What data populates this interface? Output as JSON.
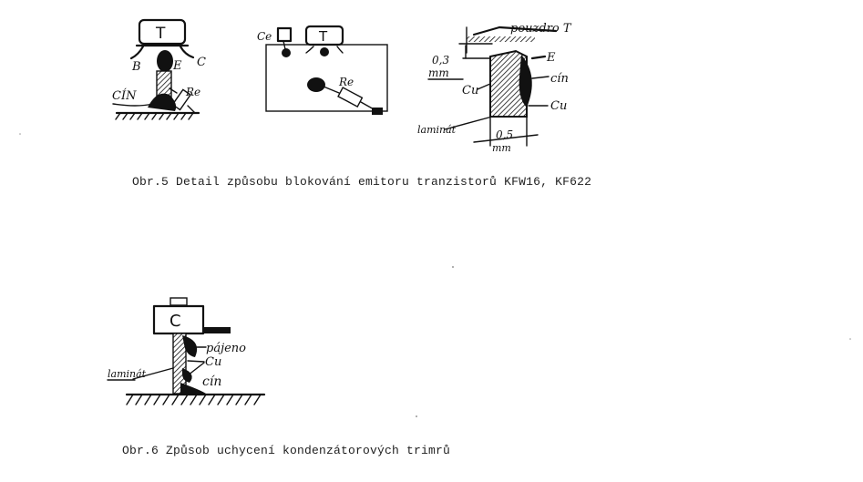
{
  "figures": [
    {
      "caption": "Obr.5 Detail způsobu blokování emitoru tranzistorů KFW16, KF622",
      "detail_a": {
        "transistor_label": "T",
        "pin_b": "B",
        "pin_e": "E",
        "pin_c": "C",
        "solder_label": "CÍN",
        "resistor_label": "Re"
      },
      "detail_b": {
        "capacitor_label": "Ce",
        "transistor_label": "T",
        "resistor_label": "Re"
      },
      "detail_c": {
        "housing_label": "pouzdro T",
        "dim_height": "0,3",
        "dim_height_unit": "mm",
        "emitter_label": "E",
        "solder_label": "cín",
        "copper_left": "Cu",
        "copper_right": "Cu",
        "laminate_label": "laminát",
        "dim_width": "0,5",
        "dim_width_unit": "mm"
      }
    },
    {
      "caption": "Obr.6 Způsob uchycení kondenzátorových trimrů",
      "detail": {
        "capacitor_label": "C",
        "solder_joint_label": "pájeno",
        "copper_label": "Cu",
        "solder_label": "cín",
        "laminate_label": "laminát"
      }
    }
  ]
}
